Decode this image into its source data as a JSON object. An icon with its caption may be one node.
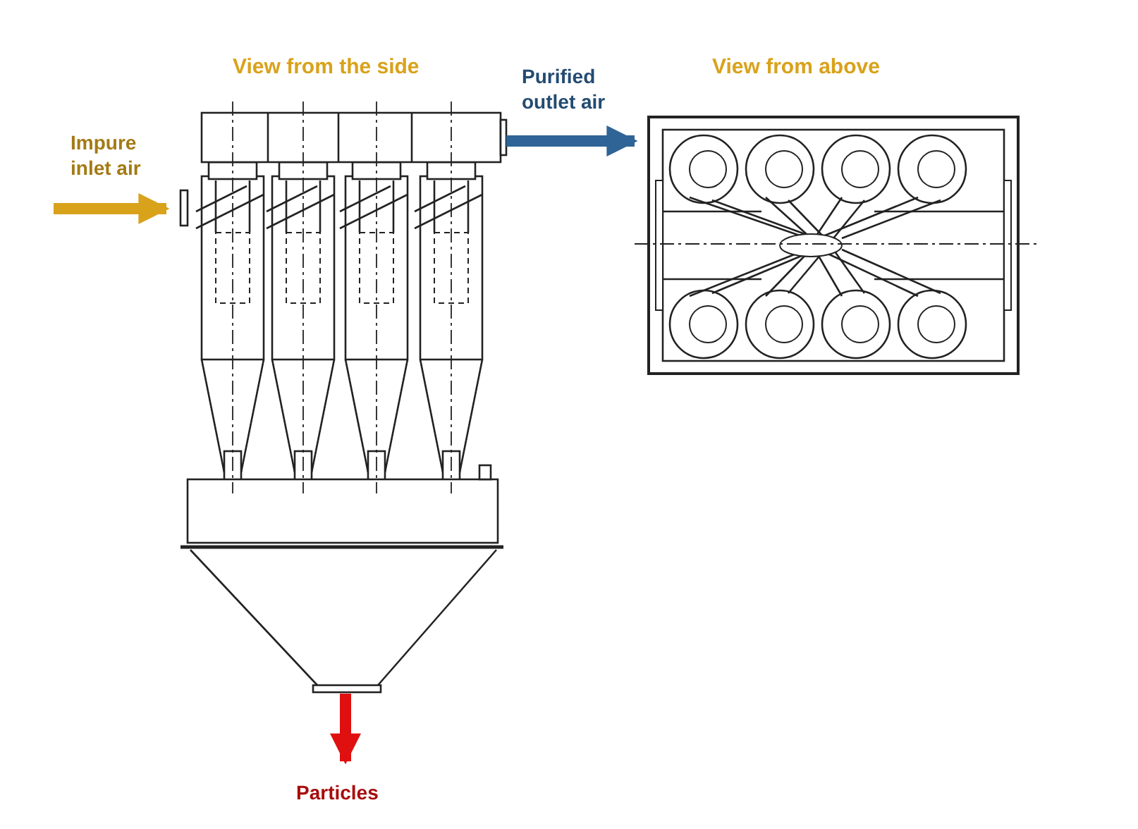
{
  "diagram": {
    "nodes": [
      {
        "text": [
          "View from the side"
        ]
      },
      {
        "text": [
          "View from above"
        ]
      }
    ],
    "edges": [
      {
        "from": null,
        "to": 0,
        "arrow": "to",
        "label": "Impure inlet air",
        "color": "#d9a21b"
      },
      {
        "from": 0,
        "to": 1,
        "arrow": "to",
        "label": "Purified outlet air",
        "color": "#2f6496"
      },
      {
        "from": 0,
        "to": null,
        "arrow": "to",
        "label": "Particles",
        "color": "#e01010"
      }
    ]
  }
}
